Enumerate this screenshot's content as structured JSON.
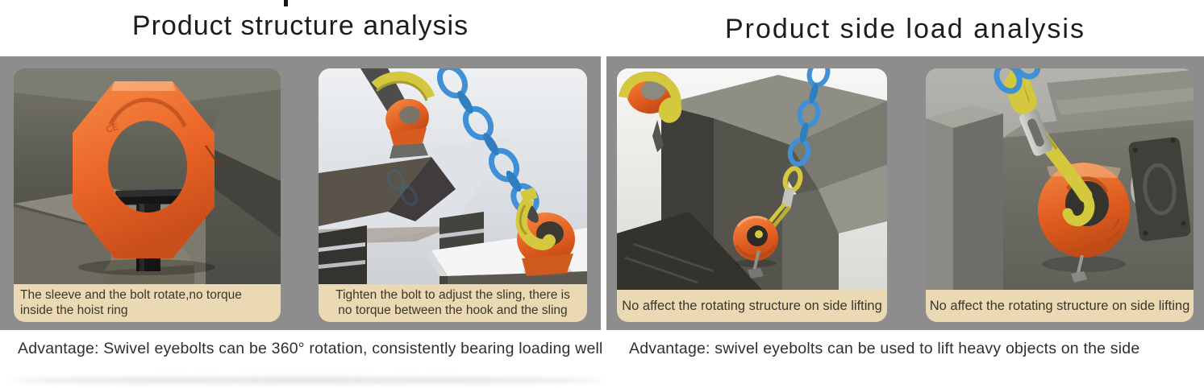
{
  "colors": {
    "panel_bg": "#8d8d8d",
    "caption_bg": "#ead9b3",
    "caption_text": "#3c372a",
    "title_text": "#1d1d1d",
    "advantage_text": "#2f2f2f",
    "accent_orange": "#e8652b",
    "accent_yellow": "#d3c83e",
    "accent_blue": "#3f90d6"
  },
  "sections": [
    {
      "title": "Product structure analysis",
      "advantage": "Advantage: Swivel eyebolts can be 360° rotation, consistently bearing loading well",
      "photos": [
        {
          "caption": "The sleeve and the bolt rotate,no torque\ninside the hoist ring",
          "marking": "CE"
        },
        {
          "caption": "Tighten the bolt to adjust the sling, there is\nno torque between the hook and the sling"
        }
      ]
    },
    {
      "title": "Product side load analysis",
      "advantage": "Advantage: swivel eyebolts can be used to lift heavy objects on the side",
      "photos": [
        {
          "caption": "No affect the rotating structure on side lifting"
        },
        {
          "caption": "No affect the rotating structure on side lifting"
        }
      ]
    }
  ]
}
